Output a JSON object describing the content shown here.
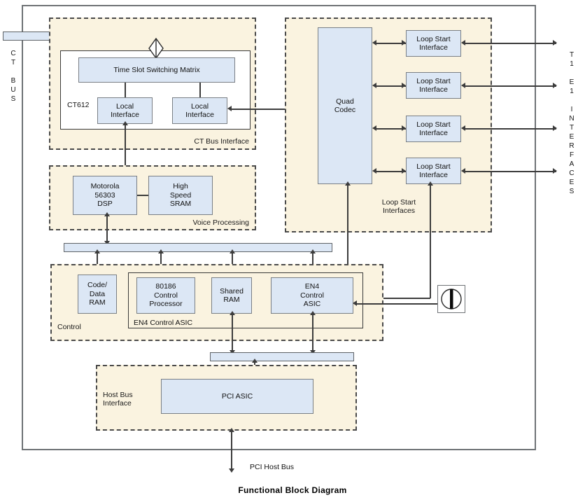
{
  "diagram": {
    "caption": "Functional Block Diagram",
    "side_labels": {
      "left_bus": "C\nT\n\nB\nU\nS",
      "right_interfaces": "T\n1\n\nE\n1\n\nI\nN\nT\nE\nR\nF\nA\nC\nE\nS"
    },
    "regions": [
      {
        "id": "ct-bus-interface",
        "label": "CT Bus Interface"
      },
      {
        "id": "voice-processing",
        "label": "Voice Processing"
      },
      {
        "id": "loop-start-interfaces",
        "label": "Loop Start\nInterfaces"
      },
      {
        "id": "control",
        "label": "Control"
      },
      {
        "id": "host-bus-interface",
        "label": "Host Bus\nInterface"
      }
    ],
    "enclosures": [
      {
        "id": "ct612",
        "label": "CT612"
      },
      {
        "id": "en4-control-asic",
        "label": "EN4 Control ASIC"
      }
    ],
    "blocks": [
      {
        "id": "time-slot-switching-matrix",
        "label": "Time Slot Switching Matrix"
      },
      {
        "id": "local-interface-left",
        "label": "Local\nInterface"
      },
      {
        "id": "local-interface-right",
        "label": "Local\nInterface"
      },
      {
        "id": "motorola-dsp",
        "label": "Motorola\n56303\nDSP"
      },
      {
        "id": "high-speed-sram",
        "label": "High\nSpeed\nSRAM"
      },
      {
        "id": "quad-codec",
        "label": "Quad\nCodec"
      },
      {
        "id": "loop-start-1",
        "label": "Loop Start\nInterface"
      },
      {
        "id": "loop-start-2",
        "label": "Loop Start\nInterface"
      },
      {
        "id": "loop-start-3",
        "label": "Loop Start\nInterface"
      },
      {
        "id": "loop-start-4",
        "label": "Loop Start\nInterface"
      },
      {
        "id": "code-data-ram",
        "label": "Code/\nData\nRAM"
      },
      {
        "id": "control-processor-80186",
        "label": "80186\nControl\nProcessor"
      },
      {
        "id": "shared-ram",
        "label": "Shared\nRAM"
      },
      {
        "id": "en4-control-asic-block",
        "label": "EN4\nControl\nASIC"
      },
      {
        "id": "pci-asic",
        "label": "PCI ASIC"
      }
    ],
    "annotations": [
      {
        "id": "pci-host-bus",
        "label": "PCI Host Bus"
      }
    ],
    "icons": [
      {
        "id": "oscillator-icon",
        "name": "oscillator-icon"
      },
      {
        "id": "bidirectional-diamond-icon",
        "name": "bidirectional-diamond-icon"
      }
    ],
    "colors": {
      "block_fill": "#dce7f5",
      "block_stroke": "#7a7f85",
      "region_fill": "#faf3e0",
      "region_stroke": "#4a4a4a",
      "line": "#3c3c3c",
      "board_stroke": "#6f7376"
    }
  }
}
